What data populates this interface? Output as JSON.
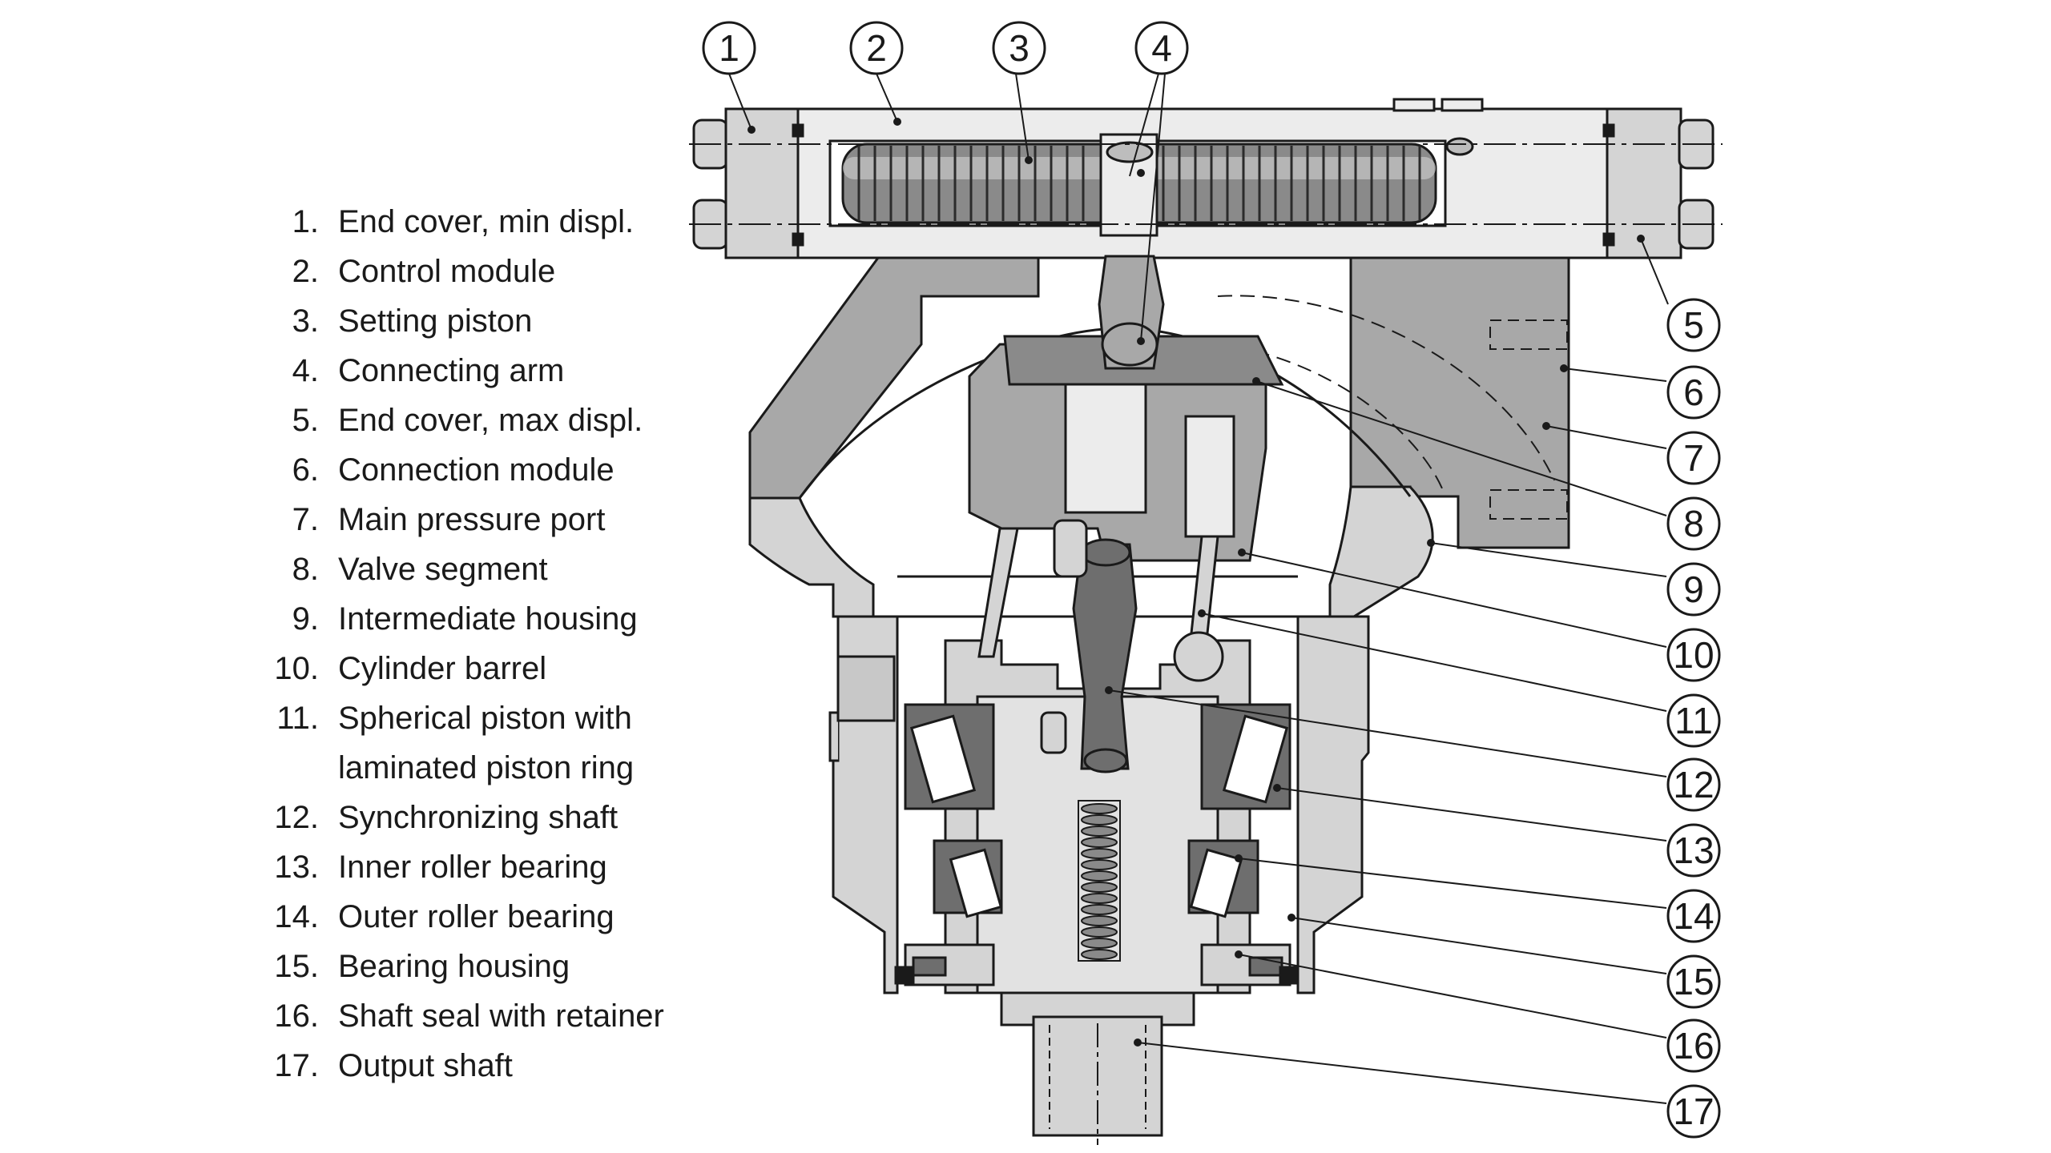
{
  "legend": [
    {
      "num": "1.",
      "label": "End cover, min displ."
    },
    {
      "num": "2.",
      "label": "Control module"
    },
    {
      "num": "3.",
      "label": "Setting piston"
    },
    {
      "num": "4.",
      "label": "Connecting arm"
    },
    {
      "num": "5.",
      "label": "End cover, max displ."
    },
    {
      "num": "6.",
      "label": "Connection module"
    },
    {
      "num": "7.",
      "label": "Main pressure port"
    },
    {
      "num": "8.",
      "label": "Valve segment"
    },
    {
      "num": "9.",
      "label": "Intermediate housing"
    },
    {
      "num": "10.",
      "label": "Cylinder barrel"
    },
    {
      "num": "11.",
      "label": "Spherical piston with"
    },
    {
      "num": "",
      "label": "laminated piston ring"
    },
    {
      "num": "12.",
      "label": "Synchronizing shaft"
    },
    {
      "num": "13.",
      "label": "Inner roller bearing"
    },
    {
      "num": "14.",
      "label": "Outer roller bearing"
    },
    {
      "num": "15.",
      "label": "Bearing housing"
    },
    {
      "num": "16.",
      "label": "Shaft seal with retainer"
    },
    {
      "num": "17.",
      "label": "Output shaft"
    }
  ],
  "callouts": [
    "1",
    "2",
    "3",
    "4",
    "5",
    "6",
    "7",
    "8",
    "9",
    "10",
    "11",
    "12",
    "13",
    "14",
    "15",
    "16",
    "17"
  ],
  "colors": {
    "light_gray": "#d4d4d4",
    "mid_gray": "#a8a8a8",
    "dark_gray": "#6e6e6e",
    "outline": "#1a1a1a"
  }
}
